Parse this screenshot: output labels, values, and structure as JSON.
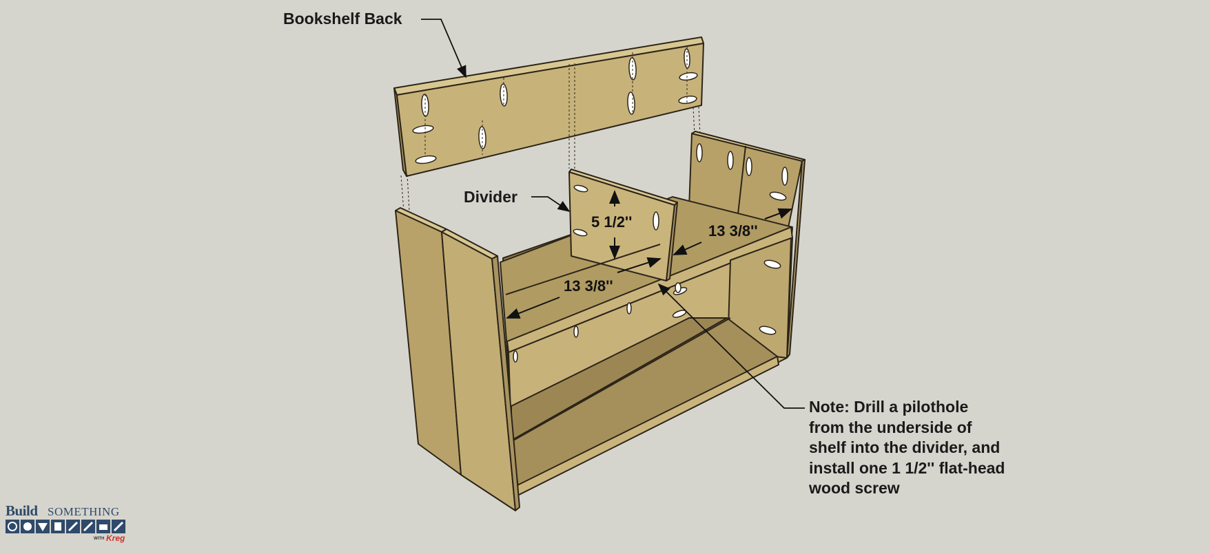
{
  "labels": {
    "bookshelf_back": "Bookshelf Back",
    "divider": "Divider"
  },
  "dimensions": {
    "divider_height": "5 1/2''",
    "shelf_width_left": "13 3/8''",
    "shelf_width_right": "13 3/8''"
  },
  "note": {
    "lines": [
      "Note: Drill a pilothole",
      "from the underside of",
      "shelf into the divider, and",
      "install one 1 1/2'' flat-head",
      "wood screw"
    ]
  },
  "logo": {
    "build": "Build",
    "something": "SOMETHING",
    "with": "WITH",
    "kreg": "Kreg"
  },
  "colors": {
    "background": "#d6d5cd",
    "wood_light": "#c9b47c",
    "wood_mid": "#b8a26a",
    "wood_dark": "#978352",
    "edge": "#2b2418",
    "logo_blue": "#2f4a6a"
  }
}
